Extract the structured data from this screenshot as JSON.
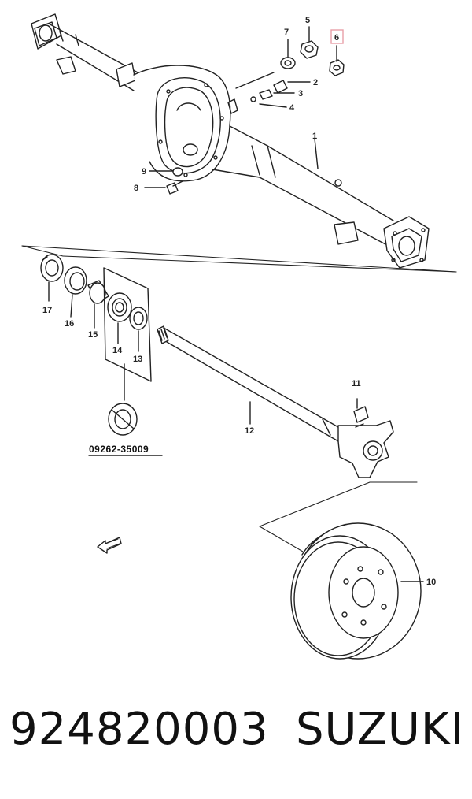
{
  "diagram": {
    "callouts": [
      {
        "id": "c1",
        "label": "1"
      },
      {
        "id": "c2",
        "label": "2"
      },
      {
        "id": "c3",
        "label": "3"
      },
      {
        "id": "c4",
        "label": "4"
      },
      {
        "id": "c5",
        "label": "5"
      },
      {
        "id": "c6",
        "label": "6",
        "highlighted": true
      },
      {
        "id": "c7",
        "label": "7"
      },
      {
        "id": "c8",
        "label": "8"
      },
      {
        "id": "c9",
        "label": "9"
      },
      {
        "id": "c10",
        "label": "10"
      },
      {
        "id": "c11",
        "label": "11"
      },
      {
        "id": "c12",
        "label": "12"
      },
      {
        "id": "c13",
        "label": "13"
      },
      {
        "id": "c14",
        "label": "14"
      },
      {
        "id": "c15",
        "label": "15"
      },
      {
        "id": "c16",
        "label": "16"
      },
      {
        "id": "c17",
        "label": "17"
      }
    ],
    "tool_part_number": "09262-35009",
    "highlight_color": "#e8a0a8",
    "line_color": "#222222"
  },
  "footer": {
    "part_number": "924820003",
    "brand": "SUZUKI"
  }
}
